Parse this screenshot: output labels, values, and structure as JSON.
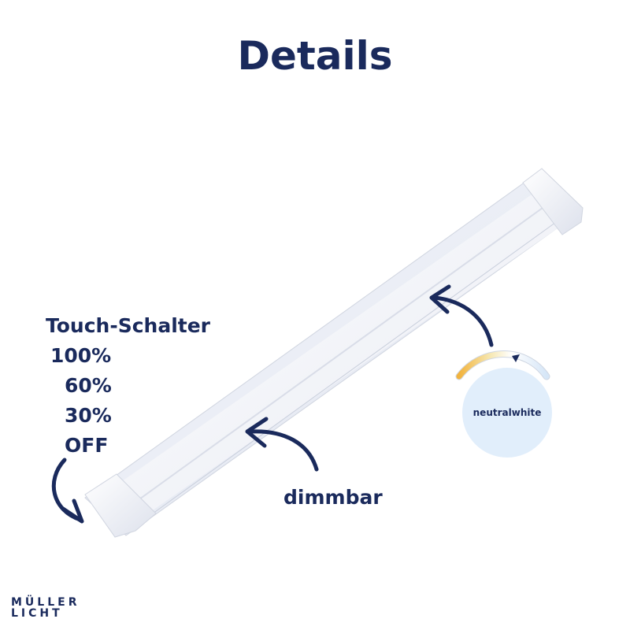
{
  "title": "Details",
  "touch_switch": {
    "label": "Touch-Schalter",
    "levels": [
      "100%",
      "60%",
      "30%",
      "OFF"
    ]
  },
  "dimmable_label": "dimmbar",
  "color_temperature": {
    "label": "neutralwhite",
    "scale_colors": [
      "#f2b33d",
      "#f6e7b0",
      "#ffffff",
      "#d6e6f7"
    ]
  },
  "brand": {
    "line1": "MÜLLER",
    "line2": "LICHT"
  },
  "colors": {
    "text": "#1a2a5c",
    "accent_circle": "#e1eefb"
  }
}
